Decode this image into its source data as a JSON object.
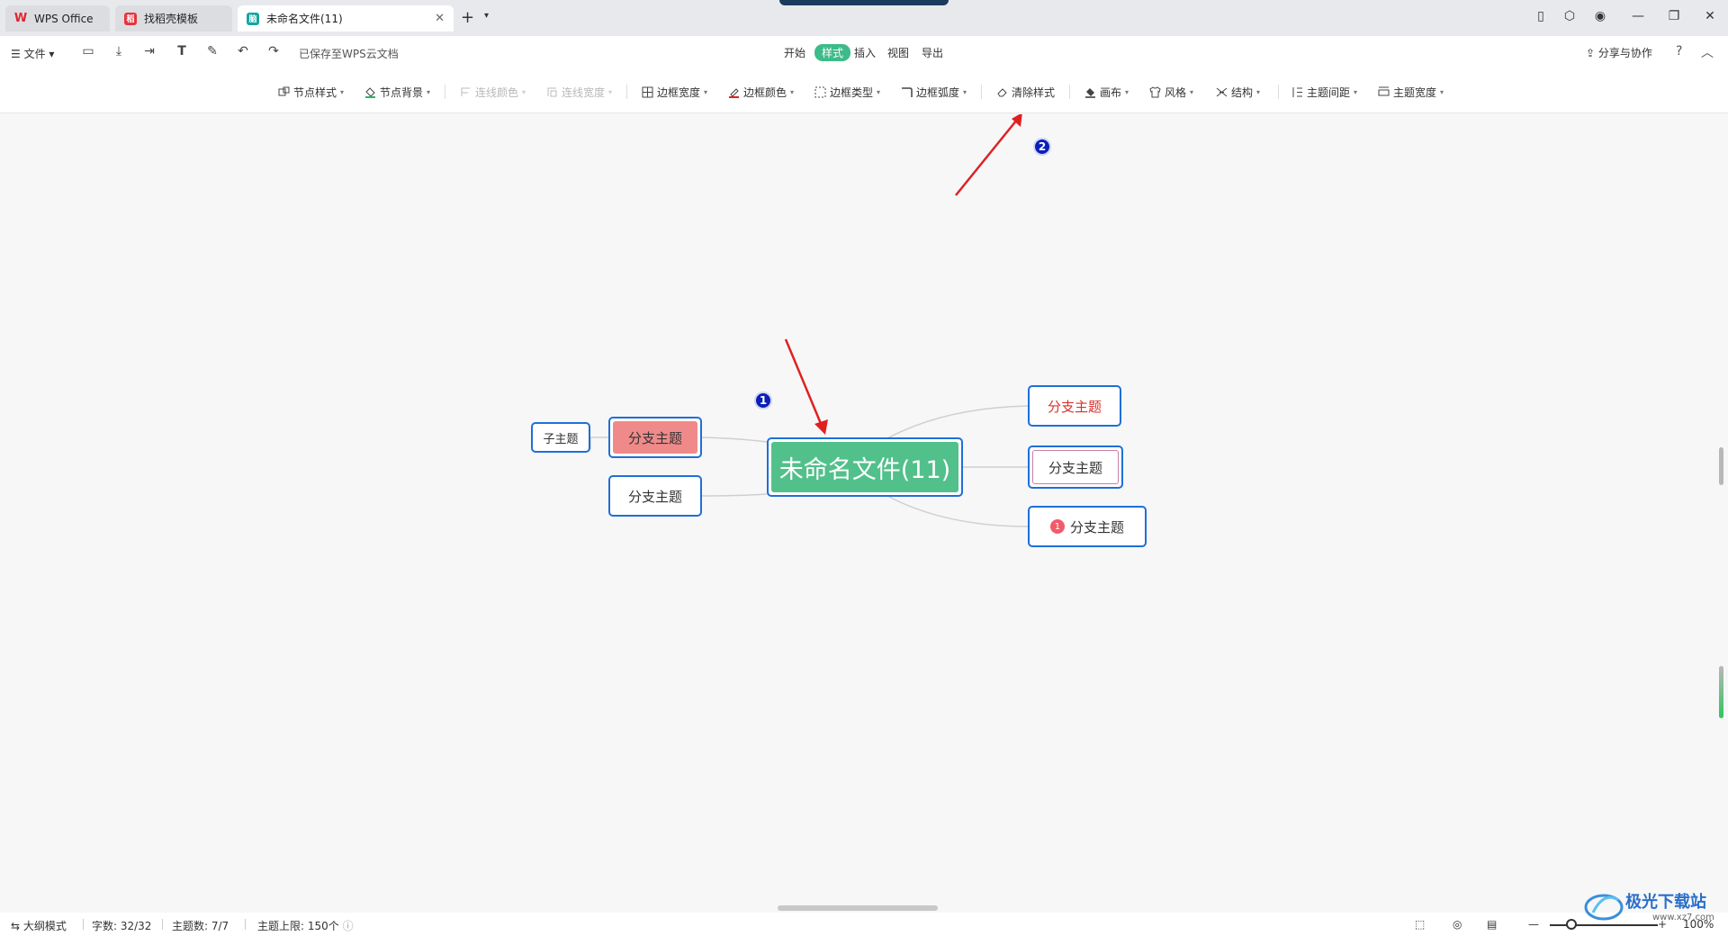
{
  "tabs": [
    {
      "label": "WPS Office",
      "icon": "wps-logo-icon",
      "active": false
    },
    {
      "label": "找稻壳模板",
      "icon": "docer-icon",
      "active": false
    },
    {
      "label": "未命名文件(11)",
      "icon": "mindmap-file-icon",
      "active": true
    }
  ],
  "menubar": {
    "file_label": "文件",
    "saved_status": "已保存至WPS云文档",
    "tabs": [
      "开始",
      "样式",
      "插入",
      "视图",
      "导出"
    ],
    "active_tab": "样式",
    "share_label": "分享与协作"
  },
  "toolbar": {
    "items": [
      {
        "label": "节点样式",
        "icon": "node-style-icon",
        "disabled": false
      },
      {
        "label": "节点背景",
        "icon": "node-bg-icon",
        "disabled": false
      },
      {
        "label": "连线颜色",
        "icon": "line-color-icon",
        "disabled": true
      },
      {
        "label": "连线宽度",
        "icon": "line-width-icon",
        "disabled": true
      },
      {
        "label": "边框宽度",
        "icon": "border-width-icon",
        "disabled": false
      },
      {
        "label": "边框颜色",
        "icon": "border-color-icon",
        "disabled": false
      },
      {
        "label": "边框类型",
        "icon": "border-type-icon",
        "disabled": false
      },
      {
        "label": "边框弧度",
        "icon": "border-radius-icon",
        "disabled": false
      },
      {
        "label": "清除样式",
        "icon": "eraser-icon",
        "disabled": false
      },
      {
        "label": "画布",
        "icon": "canvas-icon",
        "disabled": false
      },
      {
        "label": "风格",
        "icon": "theme-shirt-icon",
        "disabled": false
      },
      {
        "label": "结构",
        "icon": "structure-icon",
        "disabled": false
      },
      {
        "label": "主题间距",
        "icon": "topic-spacing-icon",
        "disabled": false
      },
      {
        "label": "主题宽度",
        "icon": "topic-width-icon",
        "disabled": false
      }
    ]
  },
  "mindmap": {
    "root": "未命名文件(11)",
    "left_branches": [
      "分支主题",
      "分支主题"
    ],
    "subtopic": "子主题",
    "right_branches": [
      "分支主题",
      "分支主题",
      "分支主题"
    ],
    "badge_number": "1"
  },
  "annotations": {
    "first": "1",
    "second": "2"
  },
  "colors": {
    "accent_green": "#3dbb8a",
    "root_fill": "#52c08b",
    "selected_fill": "#f08a8a",
    "node_border": "#1e6fd9",
    "arrow_red": "#e02020",
    "red_text": "#d9302c"
  },
  "statusbar": {
    "outline_mode": "大纲模式",
    "word_count": "字数: 32/32",
    "topic_count": "主题数: 7/7",
    "topic_limit": "主题上限: 150个",
    "zoom": "100%"
  },
  "watermark": {
    "text": "极光下载站",
    "url_text": "www.xz7.com"
  }
}
